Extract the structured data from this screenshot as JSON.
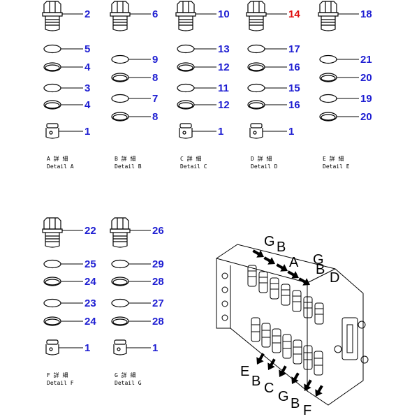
{
  "colors": {
    "callout": "#1e1ed2",
    "highlight": "#e01010",
    "line": "#000000"
  },
  "groups": [
    {
      "key": "A",
      "caption_jp": "A 詳 細",
      "caption_en": "Detail A",
      "labels": [
        {
          "text": "2",
          "highlight": false
        },
        {
          "text": "5",
          "highlight": false
        },
        {
          "text": "4",
          "highlight": false
        },
        {
          "text": "3",
          "highlight": false
        },
        {
          "text": "4",
          "highlight": false
        },
        {
          "text": "1",
          "highlight": false
        }
      ]
    },
    {
      "key": "B",
      "caption_jp": "B 詳 細",
      "caption_en": "Detail B",
      "labels": [
        {
          "text": "6",
          "highlight": false
        },
        {
          "text": "9",
          "highlight": false
        },
        {
          "text": "8",
          "highlight": false
        },
        {
          "text": "7",
          "highlight": false
        },
        {
          "text": "8",
          "highlight": false
        }
      ]
    },
    {
      "key": "C",
      "caption_jp": "C 詳 細",
      "caption_en": "Detail C",
      "labels": [
        {
          "text": "10",
          "highlight": false
        },
        {
          "text": "13",
          "highlight": false
        },
        {
          "text": "12",
          "highlight": false
        },
        {
          "text": "11",
          "highlight": false
        },
        {
          "text": "12",
          "highlight": false
        },
        {
          "text": "1",
          "highlight": false
        }
      ]
    },
    {
      "key": "D",
      "caption_jp": "D 詳 細",
      "caption_en": "Detail D",
      "labels": [
        {
          "text": "14",
          "highlight": true
        },
        {
          "text": "17",
          "highlight": false
        },
        {
          "text": "16",
          "highlight": false
        },
        {
          "text": "15",
          "highlight": false
        },
        {
          "text": "16",
          "highlight": false
        },
        {
          "text": "1",
          "highlight": false
        }
      ]
    },
    {
      "key": "E",
      "caption_jp": "E 詳 細",
      "caption_en": "Detail E",
      "labels": [
        {
          "text": "18",
          "highlight": false
        },
        {
          "text": "21",
          "highlight": false
        },
        {
          "text": "20",
          "highlight": false
        },
        {
          "text": "19",
          "highlight": false
        },
        {
          "text": "20",
          "highlight": false
        }
      ]
    },
    {
      "key": "F",
      "caption_jp": "F 詳 細",
      "caption_en": "Detail F",
      "labels": [
        {
          "text": "22",
          "highlight": false
        },
        {
          "text": "25",
          "highlight": false
        },
        {
          "text": "24",
          "highlight": false
        },
        {
          "text": "23",
          "highlight": false
        },
        {
          "text": "24",
          "highlight": false
        },
        {
          "text": "1",
          "highlight": false
        }
      ]
    },
    {
      "key": "G",
      "caption_jp": "G 詳 細",
      "caption_en": "Detail G",
      "labels": [
        {
          "text": "26",
          "highlight": false
        },
        {
          "text": "29",
          "highlight": false
        },
        {
          "text": "28",
          "highlight": false
        },
        {
          "text": "27",
          "highlight": false
        },
        {
          "text": "28",
          "highlight": false
        },
        {
          "text": "1",
          "highlight": false
        }
      ]
    }
  ],
  "assembly": {
    "top_letters": [
      "G",
      "B",
      "A",
      "G",
      "B",
      "D"
    ],
    "bottom_letters": [
      "E",
      "B",
      "C",
      "G",
      "B",
      "F"
    ]
  }
}
